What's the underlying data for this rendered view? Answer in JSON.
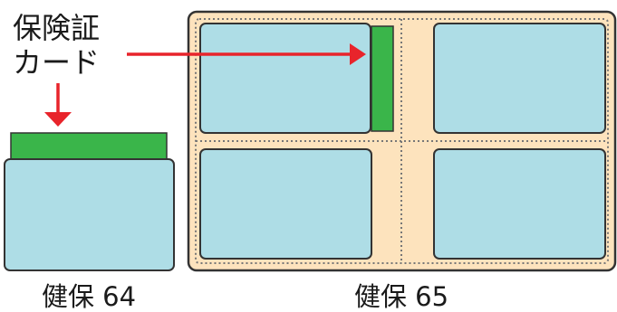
{
  "labels": {
    "card_line1": "保険証",
    "card_line2": "カード",
    "left_holder": "健保 64",
    "right_holder": "健保 65"
  },
  "colors": {
    "card": "#aedde6",
    "green": "#3ab54a",
    "arrow": "#e8242b",
    "holder": "#fde3bd",
    "outline": "#333333",
    "stitch": "#777777"
  }
}
